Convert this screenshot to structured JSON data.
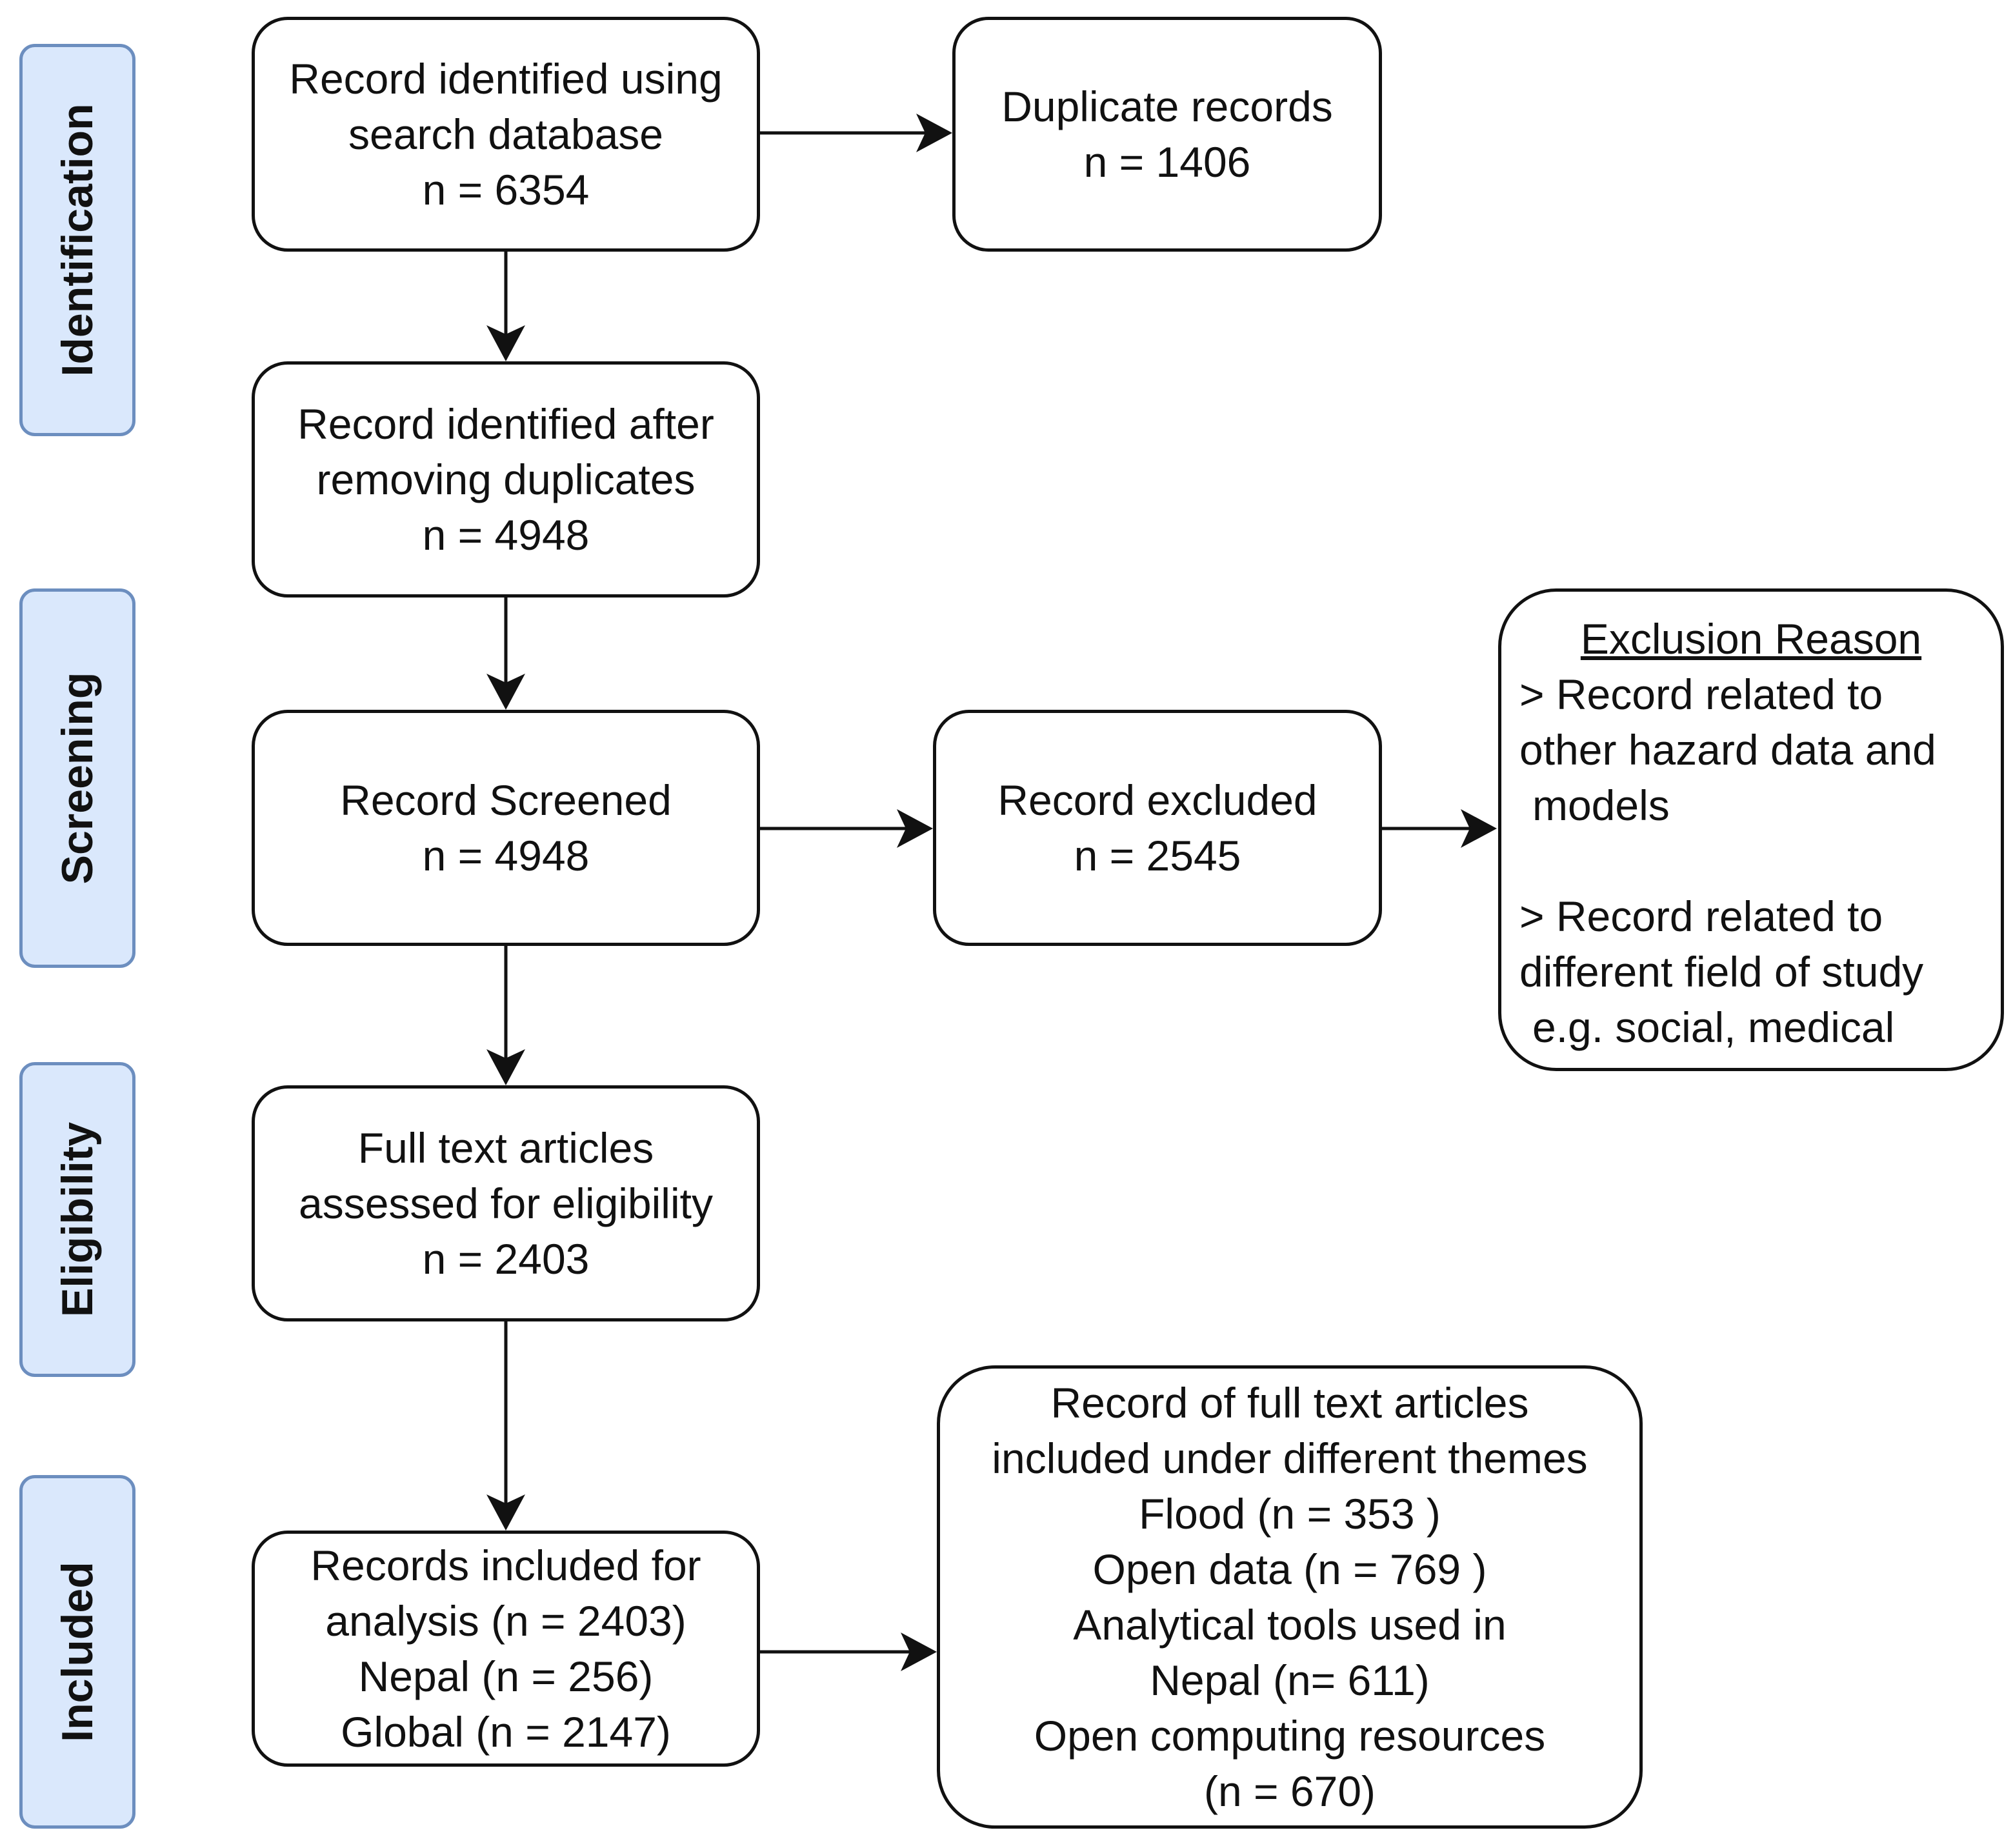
{
  "phases": {
    "identification": "Identification",
    "screening": "Screening",
    "eligibility": "Eligibility",
    "included": "Included"
  },
  "boxes": {
    "identified": {
      "line1": "Record identified using",
      "line2": "search database",
      "count": "n = 6354"
    },
    "duplicates": {
      "line1": "Duplicate records",
      "count": "n = 1406"
    },
    "after_dedup": {
      "line1": "Record identified after",
      "line2": "removing duplicates",
      "count": "n = 4948"
    },
    "screened": {
      "line1": "Record Screened",
      "count": "n = 4948"
    },
    "excluded": {
      "line1": "Record excluded",
      "count": "n = 2545"
    },
    "full_text": {
      "line1": "Full text articles",
      "line2": "assessed for eligibility",
      "count": "n = 2403"
    },
    "included": {
      "line1": "Records included for",
      "line2": "analysis (n = 2403)",
      "line3": "Nepal (n = 256)",
      "line4": "Global (n = 2147)"
    },
    "themes": {
      "line1": "Record of full text articles",
      "line2": "included under different themes",
      "line3": "Flood (n = 353 )",
      "line4": "Open data (n = 769 )",
      "line5": "Analytical tools used in",
      "line6": "Nepal (n= 611)",
      "line7": "Open computing resources",
      "line8": "(n = 670)"
    }
  },
  "exclusion": {
    "heading": "Exclusion Reason",
    "reason1_line1": "> Record related to",
    "reason1_line2": "other hazard data and",
    "reason1_line3": "models",
    "reason2_line1": "> Record related to",
    "reason2_line2": "different field of study",
    "reason2_line3": "e.g. social, medical"
  },
  "colors": {
    "phase_fill": "#dae8fc",
    "phase_border": "#6c8ebf",
    "box_border": "#111111"
  }
}
